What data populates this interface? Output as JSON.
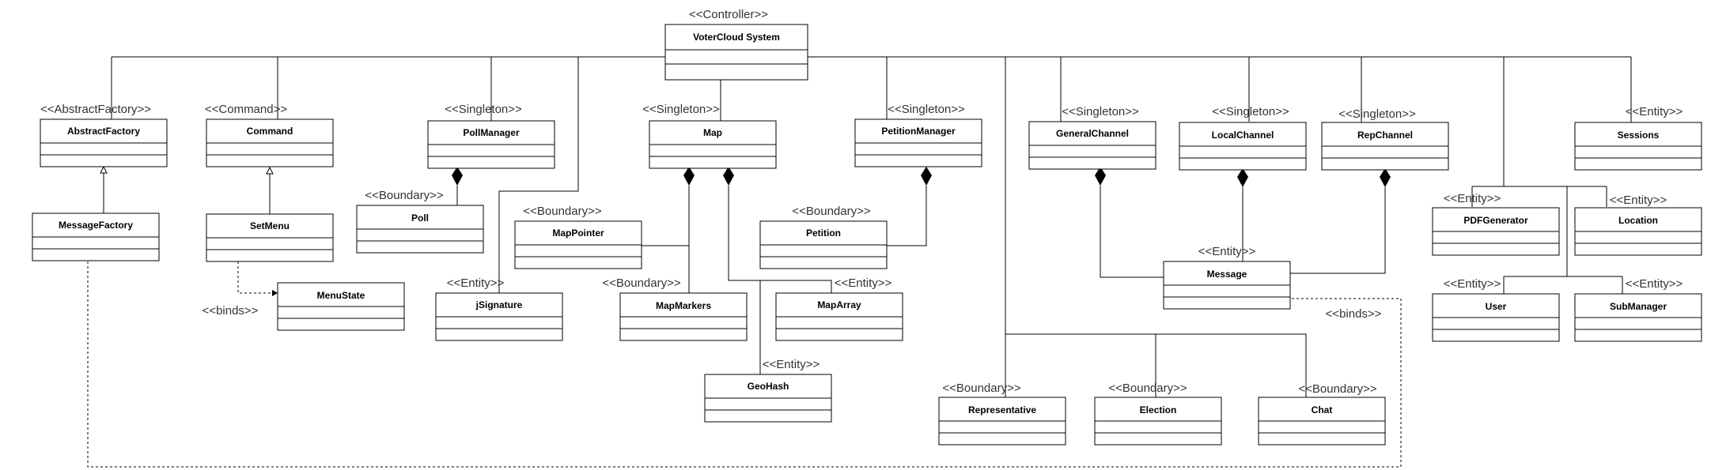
{
  "classes": {
    "voter_cloud_system": {
      "name": "VoterCloud System",
      "stereotype": "<<Controller>>"
    },
    "abstract_factory": {
      "name": "AbstractFactory",
      "stereotype": "<<AbstractFactory>>"
    },
    "command": {
      "name": "Command",
      "stereotype": "<<Command>>"
    },
    "poll_manager": {
      "name": "PollManager",
      "stereotype": "<<Singleton>>"
    },
    "map": {
      "name": "Map",
      "stereotype": "<<Singleton>>"
    },
    "petition_manager": {
      "name": "PetitionManager",
      "stereotype": "<<Singleton>>"
    },
    "general_channel": {
      "name": "GeneralChannel",
      "stereotype": "<<Singleton>>"
    },
    "local_channel": {
      "name": "LocalChannel",
      "stereotype": "<<Singleton>>"
    },
    "rep_channel": {
      "name": "RepChannel",
      "stereotype": "<<Singleton>>"
    },
    "sessions": {
      "name": "Sessions",
      "stereotype": "<<Entity>>"
    },
    "message_factory": {
      "name": "MessageFactory",
      "stereotype": ""
    },
    "set_menu": {
      "name": "SetMenu",
      "stereotype": ""
    },
    "menu_state": {
      "name": "MenuState",
      "stereotype": ""
    },
    "poll": {
      "name": "Poll",
      "stereotype": "<<Boundary>>"
    },
    "map_pointer": {
      "name": "MapPointer",
      "stereotype": "<<Boundary>>"
    },
    "petition": {
      "name": "Petition",
      "stereotype": "<<Boundary>>"
    },
    "j_signature": {
      "name": "jSignature",
      "stereotype": "<<Entity>>"
    },
    "map_markers": {
      "name": "MapMarkers",
      "stereotype": "<<Boundary>>"
    },
    "map_array": {
      "name": "MapArray",
      "stereotype": "<<Entity>>"
    },
    "geo_hash": {
      "name": "GeoHash",
      "stereotype": "<<Entity>>"
    },
    "message": {
      "name": "Message",
      "stereotype": "<<Entity>>"
    },
    "pdf_generator": {
      "name": "PDFGenerator",
      "stereotype": "<<Entity>>"
    },
    "location": {
      "name": "Location",
      "stereotype": "<<Entity>>"
    },
    "user": {
      "name": "User",
      "stereotype": "<<Entity>>"
    },
    "sub_manager": {
      "name": "SubManager",
      "stereotype": "<<Entity>>"
    },
    "representative": {
      "name": "Representative",
      "stereotype": "<<Boundary>>"
    },
    "election": {
      "name": "Election",
      "stereotype": "<<Boundary>>"
    },
    "chat": {
      "name": "Chat",
      "stereotype": "<<Boundary>>"
    }
  },
  "notes": {
    "binds_left": "<<binds>>",
    "binds_right": "<<binds>>"
  }
}
